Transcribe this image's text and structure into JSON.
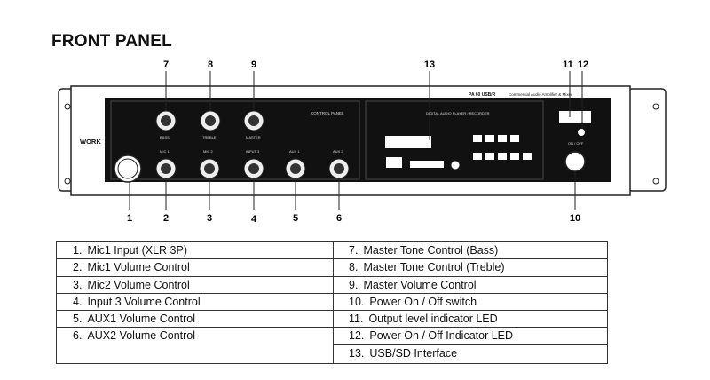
{
  "title": "FRONT PANEL",
  "panel": {
    "brand": "WORK",
    "model": "PA 60 USB/R",
    "description": "Commercial Audio Amplifier & Mixer",
    "control_panel_label": "CONTROL PANEL",
    "player_label": "DIGITAL AUDIO PLAYER / RECORDER",
    "power_label": "ON / OFF",
    "knob_labels_top": [
      "BASS",
      "TREBLE",
      "MASTER"
    ],
    "knob_labels_bottom": [
      "MIC 1",
      "MIC 2",
      "INPUT 3",
      "AUX 1",
      "AUX 2"
    ]
  },
  "callouts_top": [
    "7",
    "8",
    "9",
    "13",
    "11",
    "12"
  ],
  "callouts_bottom": [
    "1",
    "2",
    "3",
    "4",
    "5",
    "6",
    "10"
  ],
  "legend_left": [
    {
      "num": "1.",
      "text": "Mic1 Input (XLR 3P)"
    },
    {
      "num": "2.",
      "text": "Mic1 Volume Control"
    },
    {
      "num": "3.",
      "text": "Mic2 Volume Control"
    },
    {
      "num": "4.",
      "text": "Input 3 Volume Control"
    },
    {
      "num": "5.",
      "text": "AUX1 Volume Control"
    },
    {
      "num": "6.",
      "text": "AUX2 Volume Control"
    }
  ],
  "legend_right": [
    {
      "num": "7.",
      "text": "Master Tone Control (Bass)"
    },
    {
      "num": "8.",
      "text": "Master Tone Control (Treble)"
    },
    {
      "num": "9.",
      "text": "Master Volume Control"
    },
    {
      "num": "10.",
      "text": "Power On / Off switch"
    },
    {
      "num": "11.",
      "text": "Output level indicator LED"
    },
    {
      "num": "12.",
      "text": "Power On / Off Indicator LED"
    },
    {
      "num": "13.",
      "text": "USB/SD Interface"
    }
  ]
}
